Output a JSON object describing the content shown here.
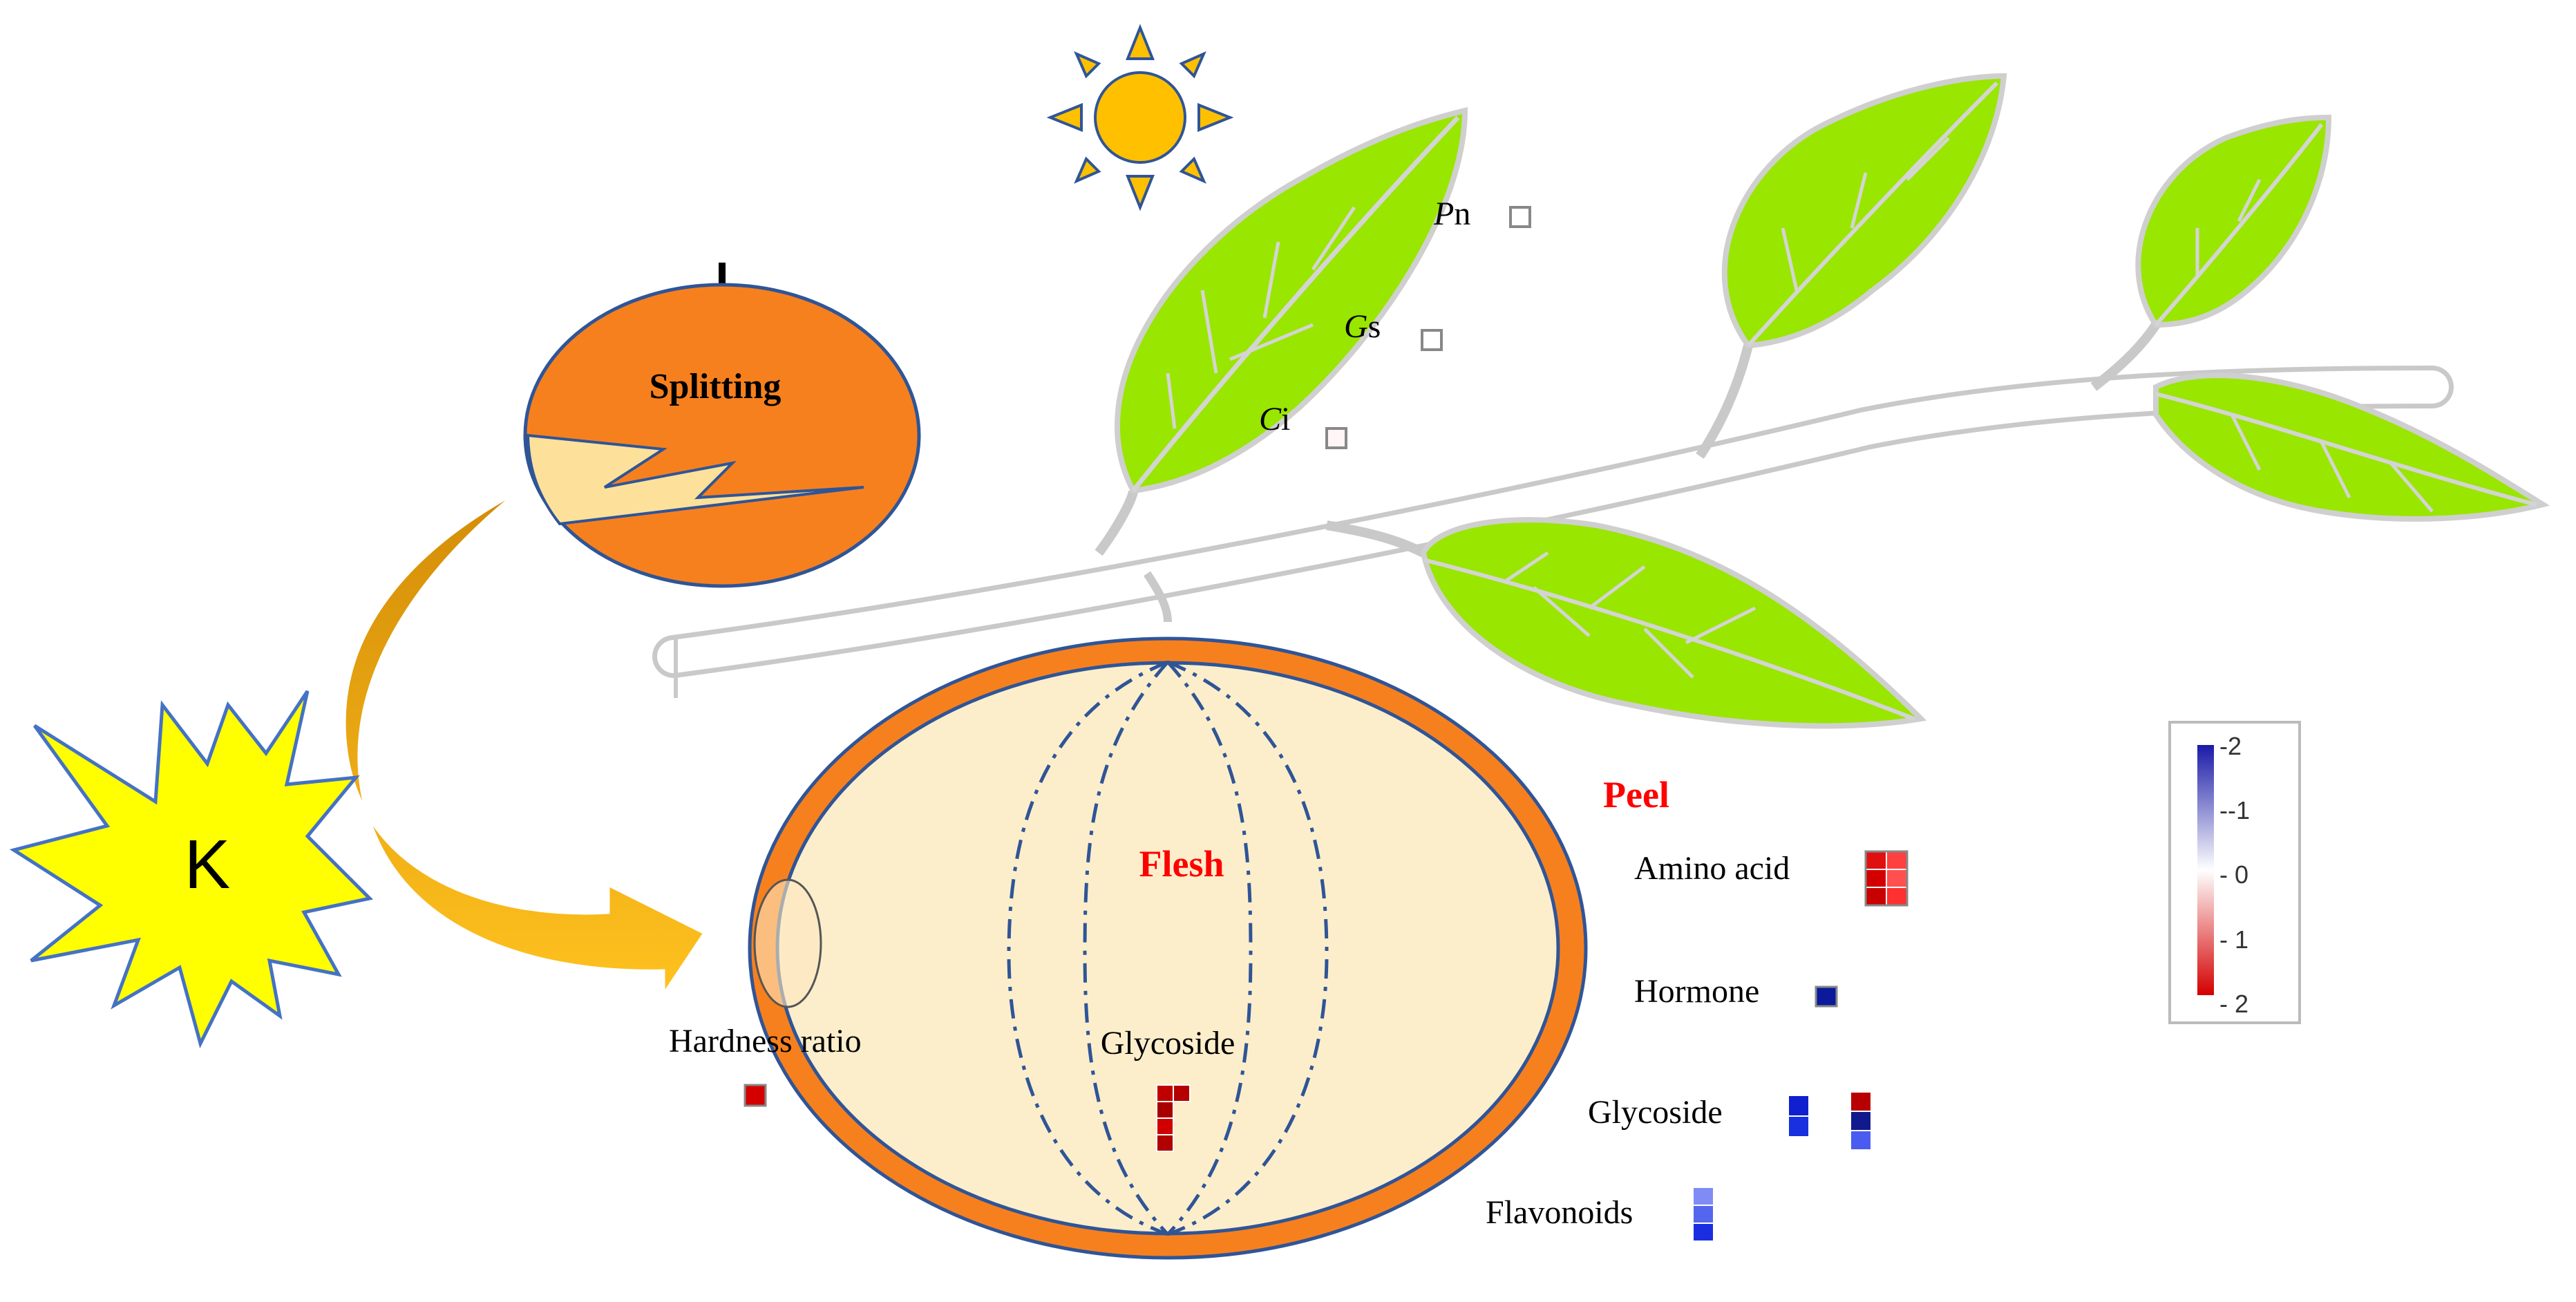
{
  "labels": {
    "splitting": "Splitting",
    "k": "K",
    "flesh": "Flesh",
    "peel": "Peel",
    "hardness_ratio": "Hardness ratio",
    "flesh_glycoside": "Glycoside",
    "leaf_params": {
      "pn": {
        "italic": "P",
        "rest": "n"
      },
      "gs": {
        "italic": "G",
        "rest": "s"
      },
      "ci": {
        "italic": "C",
        "rest": "i"
      }
    },
    "peel_metabolites": {
      "amino_acid": "Amino acid",
      "hormone": "Hormone",
      "glycoside": "Glycoside",
      "flavonoids": "Flavonoids"
    }
  },
  "colorbar": {
    "ticks": [
      "-2",
      "-1",
      "0",
      "1",
      "2"
    ],
    "ticks_display": [
      "-2",
      "--1",
      "- 0",
      "- 1",
      "- 2"
    ],
    "min_color": "#1a1aa8",
    "mid_color": "#ffffff",
    "max_color": "#d40000"
  },
  "colors": {
    "fruit_orange": "#f7801e",
    "fruit_outline": "#2f5597",
    "flesh_cream": "#fdeecb",
    "crack_yellow": "#fde19a",
    "leaf_green": "#99e600",
    "vein_gray": "#cfcfcf",
    "arrow_gold": "#e3a20d",
    "star_yellow": "#ffff00",
    "sun_yellow": "#ffc000",
    "label_red": "#ff0000"
  }
}
